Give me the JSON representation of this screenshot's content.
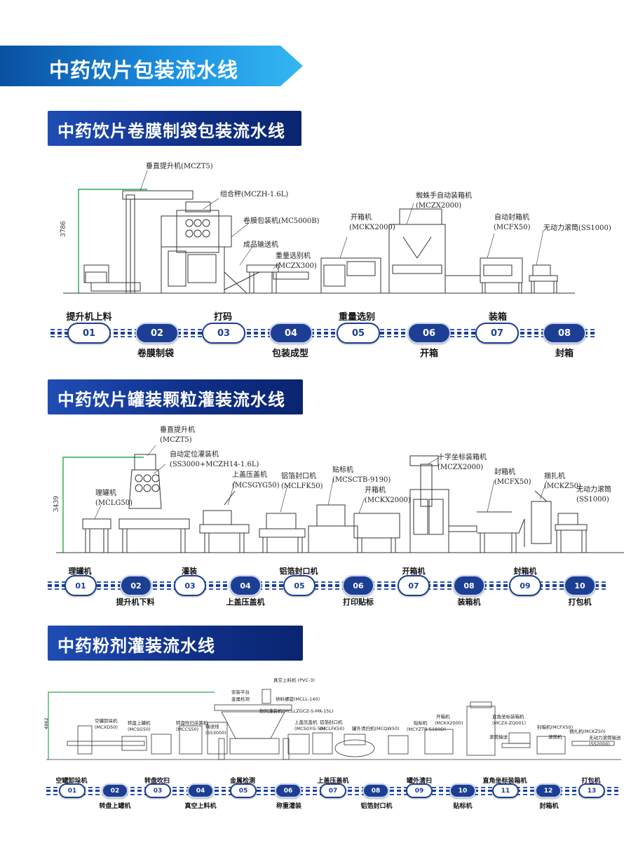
{
  "page_title": "中药饮片包装流水线",
  "colors": {
    "banner_light": "#35b7f2",
    "banner_dark": "#0a2470",
    "pill_blue": "#1c3f94",
    "guide_green": "#2ca84a"
  },
  "sections": [
    {
      "title": "中药饮片卷膜制袋包装流水线",
      "dimension": "3786",
      "annotations": {
        "a1": "垂直提升机(MCZT5)",
        "a2": "组合秤(MCZH-1.6L)",
        "a3": "卷膜包装机(MC5000B)",
        "a4": "成品输送机",
        "a5": "重量选别机",
        "a6": "(MCZX300)",
        "a7": "开箱机",
        "a8": "(MCKX2000)",
        "a9": "蜘蛛手自动装箱机",
        "a10": "(MCZX2000)",
        "a11": "自动封箱机",
        "a12": "(MCFX50)",
        "a13": "无动力滚筒(SS1000)"
      },
      "steps": [
        "01",
        "02",
        "03",
        "04",
        "05",
        "06",
        "07",
        "08"
      ],
      "labels_top": [
        "提升机上料",
        "打码",
        "重量选别",
        "装箱"
      ],
      "labels_bottom": [
        "卷膜制袋",
        "包装成型",
        "开箱",
        "封箱"
      ]
    },
    {
      "title": "中药饮片罐装颗粒灌装流水线",
      "dimension": "3439",
      "annotations": {
        "a1": "垂直提升机",
        "a2": "(MCZT5)",
        "a3": "自动定位灌装机",
        "a4": "(SS3000+MCZH14-1.6L)",
        "a5": "理罐机",
        "a6": "(MCLG50)",
        "a7": "上盖压盖机",
        "a8": "(MCSGYG50)",
        "a9": "铝箔封口机",
        "a10": "(MCLFK50)",
        "a11": "贴标机",
        "a12": "(MCSCTB-9190)",
        "a13": "开箱机",
        "a14": "(MCKX2000)",
        "a15": "十字坐标装箱机",
        "a16": "(MCZX2000)",
        "a17": "封箱机",
        "a18": "(MCFX50)",
        "a19": "捆扎机",
        "a20": "(MCKZ50)",
        "a21": "无动力滚筒",
        "a22": "(SS1000)"
      },
      "steps": [
        "01",
        "02",
        "03",
        "04",
        "05",
        "06",
        "07",
        "08",
        "09",
        "10"
      ],
      "labels_top": [
        "理罐机",
        "灌装",
        "铝箔封口机",
        "开箱机",
        "封箱机"
      ],
      "labels_bottom": [
        "提升机下料",
        "上盖压盖机",
        "打印贴标",
        "装箱机",
        "打包机"
      ]
    },
    {
      "title": "中药粉剂灌装流水线",
      "dimension": "4862",
      "annotations": {
        "a1": "真空上料机 (PVC-3)",
        "a2": "安装平台",
        "a3": "金属检测",
        "a4": "供料螺旋(MCLL-140)",
        "a5": "粉剂灌装机(MCLLZGCZ-S-MK-15L)",
        "a6": "空罐卸垛机",
        "a7": "(MCXD50)",
        "a8": "转盘上罐机",
        "a9": "(MCSG50)",
        "a10": "转盘吹扫杀菌机",
        "a11": "(MCCS50)",
        "a12": "输送线",
        "a13": "(SS3000)",
        "a14": "上盖压盖机",
        "a15": "(MCSGYG-50)",
        "a16": "铝箔封口机",
        "a17": "(MCLFK50)",
        "a18": "罐外清扫机(MCQW50)",
        "a19": "贴标机",
        "a20": "(MCYZTB-5160D)",
        "a21": "开箱机",
        "a22": "(MCKX2000)",
        "a23": "直角坐标装箱机",
        "a24": "(MCZX-ZQ001)",
        "a25": "滚筒输送",
        "a26": "封箱机(MCFX50)",
        "a27": "滚筒机",
        "a28": "捆扎机(MCKZ50)",
        "a29": "无动力滚筒输送",
        "a30": "(SS2000)"
      },
      "steps": [
        "01",
        "02",
        "03",
        "04",
        "05",
        "06",
        "07",
        "08",
        "09",
        "10",
        "11",
        "12",
        "13"
      ],
      "labels_top": [
        "空罐卸垛机",
        "转盘吹扫",
        "金属检测",
        "上盖压盖机",
        "罐外清扫",
        "直角坐标装箱机",
        "打包机"
      ],
      "labels_bottom": [
        "转盘上罐机",
        "真空上料机",
        "称重灌装",
        "铝箔封口机",
        "贴标机",
        "封箱机"
      ]
    }
  ]
}
